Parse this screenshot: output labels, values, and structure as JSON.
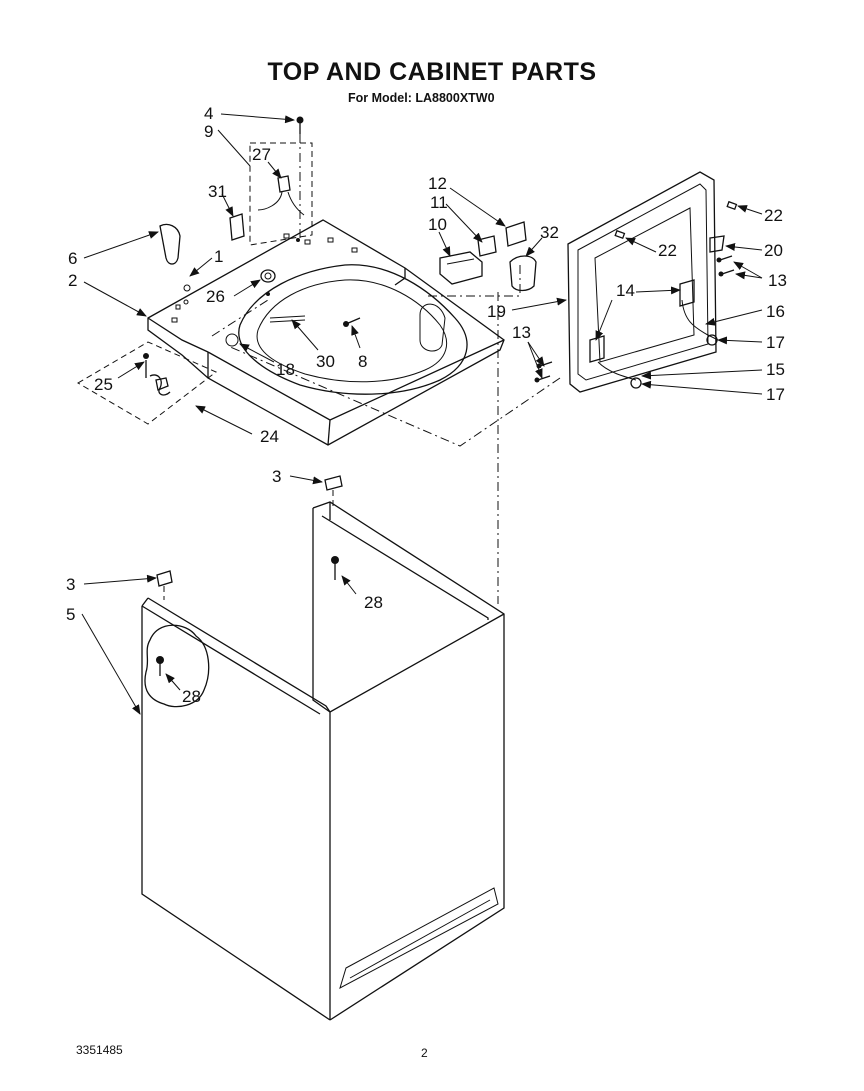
{
  "header": {
    "title": "TOP AND CABINET PARTS",
    "subtitle": "For Model: LA8800XTW0"
  },
  "footer": {
    "document_number": "3351485",
    "page_number": "2"
  },
  "callouts": [
    {
      "id": "c4",
      "label": "4"
    },
    {
      "id": "c9",
      "label": "9"
    },
    {
      "id": "c27",
      "label": "27"
    },
    {
      "id": "c31",
      "label": "31"
    },
    {
      "id": "c6",
      "label": "6"
    },
    {
      "id": "c1",
      "label": "1"
    },
    {
      "id": "c2",
      "label": "2"
    },
    {
      "id": "c26",
      "label": "26"
    },
    {
      "id": "c12",
      "label": "12"
    },
    {
      "id": "c11",
      "label": "11"
    },
    {
      "id": "c10",
      "label": "10"
    },
    {
      "id": "c32",
      "label": "32"
    },
    {
      "id": "c22a",
      "label": "22"
    },
    {
      "id": "c22b",
      "label": "22"
    },
    {
      "id": "c20",
      "label": "20"
    },
    {
      "id": "c13a",
      "label": "13"
    },
    {
      "id": "c14",
      "label": "14"
    },
    {
      "id": "c16",
      "label": "16"
    },
    {
      "id": "c19",
      "label": "19"
    },
    {
      "id": "c13b",
      "label": "13"
    },
    {
      "id": "c17a",
      "label": "17"
    },
    {
      "id": "c15",
      "label": "15"
    },
    {
      "id": "c17b",
      "label": "17"
    },
    {
      "id": "c18",
      "label": "18"
    },
    {
      "id": "c30",
      "label": "30"
    },
    {
      "id": "c8",
      "label": "8"
    },
    {
      "id": "c25",
      "label": "25"
    },
    {
      "id": "c24",
      "label": "24"
    },
    {
      "id": "c3a",
      "label": "3"
    },
    {
      "id": "c28a",
      "label": "28"
    },
    {
      "id": "c3b",
      "label": "3"
    },
    {
      "id": "c5",
      "label": "5"
    },
    {
      "id": "c28b",
      "label": "28"
    }
  ]
}
